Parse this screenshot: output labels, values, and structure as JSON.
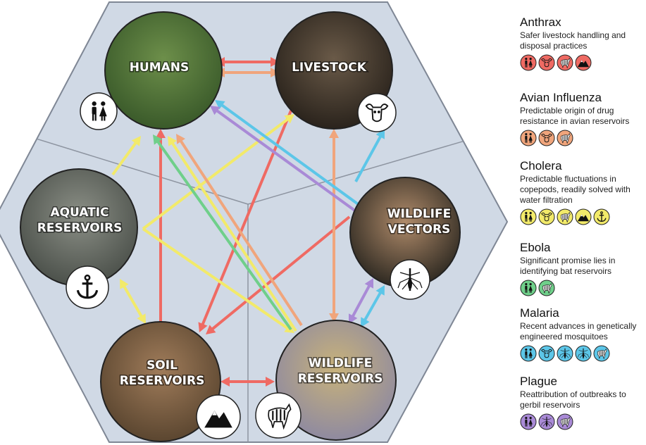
{
  "nodes": [
    {
      "id": "humans",
      "label": "HUMANS",
      "icon": "couple-icon",
      "photo": "children-photo",
      "colors": [
        "#6d8f4a",
        "#3a5a2a"
      ]
    },
    {
      "id": "livestock",
      "label": "LIVESTOCK",
      "icon": "cow-skull-icon",
      "photo": "cow-photo",
      "colors": [
        "#6a5a48",
        "#2a231c"
      ]
    },
    {
      "id": "aquatic",
      "label": "AQUATIC\nRESERVOIRS",
      "icon": "anchor-icon",
      "photo": "river-delta-photo",
      "colors": [
        "#8b8f86",
        "#4c514b"
      ]
    },
    {
      "id": "vectors",
      "label": "WILDLIFE\nVECTORS",
      "icon": "mosquito-icon",
      "photo": "mosquito-photo",
      "colors": [
        "#b08b6a",
        "#2f2a22"
      ]
    },
    {
      "id": "soil",
      "label": "SOIL\nRESERVOIRS",
      "icon": "mountain-icon",
      "photo": "soil-photo",
      "colors": [
        "#a07c5a",
        "#5b4630"
      ]
    },
    {
      "id": "wildlife",
      "label": "WILDLIFE\nRESERVOIRS",
      "icon": "zebra-icon",
      "photo": "giraffe-photo",
      "colors": [
        "#c8b27a",
        "#8f8aa0"
      ]
    }
  ],
  "diseases": [
    {
      "id": "anthrax",
      "name": "Anthrax",
      "description": "Safer livestock handling and disposal practices",
      "color": "#ef6a63",
      "icons": [
        "couple-icon",
        "cow-skull-icon",
        "zebra-icon",
        "mountain-icon"
      ]
    },
    {
      "id": "avian-influenza",
      "name": "Avian Influenza",
      "description": "Predictable origin of drug resistance in avian reservoirs",
      "color": "#f0a57c",
      "icons": [
        "couple-icon",
        "cow-skull-icon",
        "zebra-icon"
      ]
    },
    {
      "id": "cholera",
      "name": "Cholera",
      "description": "Predictable fluctuations in copepods, readily solved with water filtration",
      "color": "#f2ea6a",
      "icons": [
        "couple-icon",
        "cow-skull-icon",
        "zebra-icon",
        "mountain-icon",
        "anchor-icon"
      ]
    },
    {
      "id": "ebola",
      "name": "Ebola",
      "description": "Significant promise lies in identifying bat reservoirs",
      "color": "#6fcf8a",
      "icons": [
        "couple-icon",
        "zebra-icon"
      ]
    },
    {
      "id": "malaria",
      "name": "Malaria",
      "description": "Recent advances in genetically engineered mosquitoes",
      "color": "#5cc6e8",
      "icons": [
        "couple-icon",
        "cow-skull-icon",
        "mosquito-icon",
        "mosquito-icon",
        "zebra-icon"
      ]
    },
    {
      "id": "plague",
      "name": "Plague",
      "description": "Reattribution of outbreaks to gerbil reservoirs",
      "color": "#a98ad6",
      "icons": [
        "couple-icon",
        "mosquito-icon",
        "zebra-icon"
      ]
    }
  ]
}
